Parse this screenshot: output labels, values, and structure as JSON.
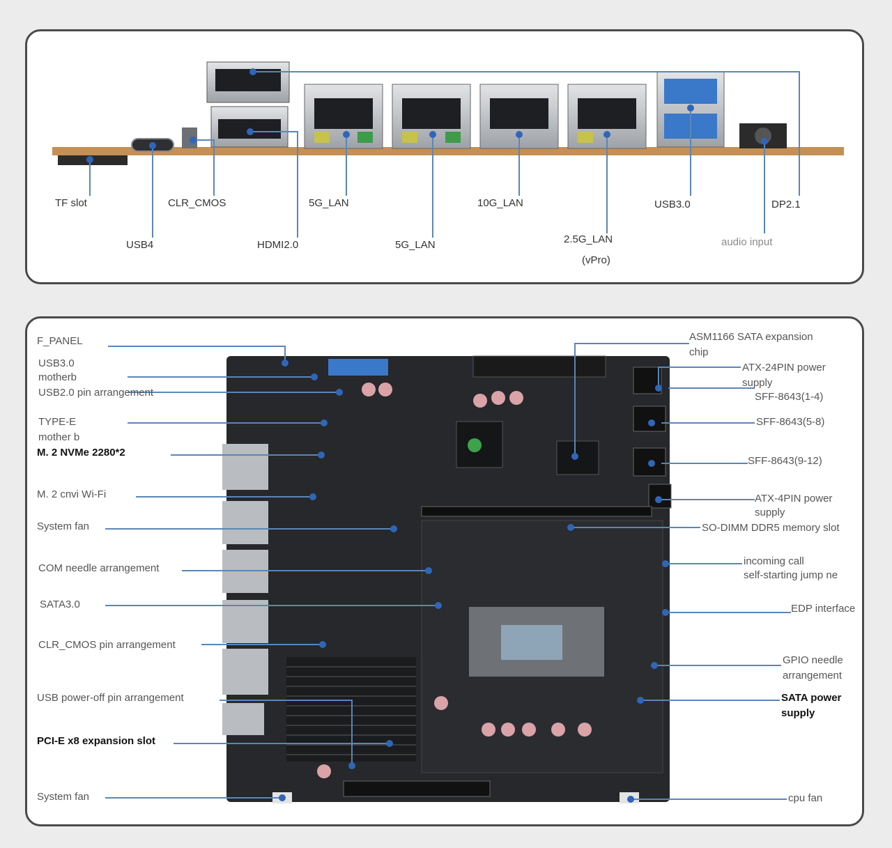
{
  "io_panel": {
    "labels": {
      "tf_slot": "TF slot",
      "usb4": "USB4",
      "clr_cmos": "CLR_CMOS",
      "hdmi": "HDMI2.0",
      "lan_5g_top": "5G_LAN",
      "lan_5g_bottom": "5G_LAN",
      "lan_10g": "10G_LAN",
      "lan_2_5g": "2.5G_LAN",
      "lan_2_5g_sub": "(vPro)",
      "usb3": "USB3.0",
      "dp": "DP2.1",
      "audio": "audio input"
    }
  },
  "board_panel": {
    "labels": {
      "f_panel": "F_PANEL",
      "usb3_mb_1": "USB3.0",
      "usb3_mb_2": "motherb",
      "usb2_pin": "USB2.0 pin arrangement",
      "type_e_1": "TYPE-E",
      "type_e_2": "mother b",
      "m2_nvme": "M. 2 NVMe 2280*2",
      "m2_wifi": "M. 2 cnvi Wi-Fi",
      "system_fan_top": "System fan",
      "com_needle": "COM needle arrangement",
      "sata3": "SATA3.0",
      "clr_cmos_pin": "CLR_CMOS pin arrangement",
      "usb_poweroff": "USB power-off pin arrangement",
      "pcie_x8": "PCI-E x8 expansion slot",
      "system_fan_bottom": "System fan",
      "asm1166_1": "ASM1166 SATA expansion",
      "asm1166_2": "chip",
      "atx24_1": "ATX-24PIN power",
      "atx24_2": "supply",
      "sff_1_4": "SFF-8643(1-4)",
      "sff_5_8": "SFF-8643(5-8)",
      "sff_9_12": "SFF-8643(9-12)",
      "atx4_1": "ATX-4PIN power",
      "atx4_2": "supply",
      "sodimm": "SO-DIMM DDR5 memory slot",
      "incoming_1": "incoming call",
      "incoming_2": "self-starting jump ne",
      "edp": "EDP interface",
      "gpio_1": "GPIO needle",
      "gpio_2": "arrangement",
      "sata_power_1": "SATA power",
      "sata_power_2": "supply",
      "cpu_fan": "cpu fan"
    }
  },
  "colors": {
    "leader_line": "#5a86b8",
    "dot": "#2f66b8",
    "pcb": "#26282b",
    "pcb_edge": "#b78a52",
    "port_metal": "#b9bcc0",
    "usb_blue": "#3a78c9"
  }
}
